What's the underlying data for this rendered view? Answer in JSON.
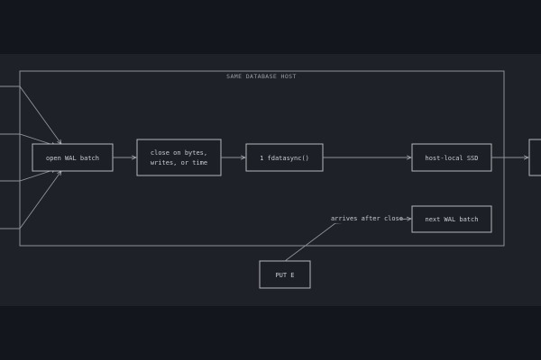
{
  "diagram": {
    "group_title": "SAME DATABASE HOST",
    "nodes": {
      "open_wal_batch": "open WAL batch",
      "close_rule_line1": "close on bytes,",
      "close_rule_line2": "writes, or time",
      "fdatasync": "1 fdatasync()",
      "host_ssd": "host-local SSD",
      "next_wal_batch": "next WAL batch",
      "put_e": "PUT E"
    },
    "edge_labels": {
      "arrives_after_close": "arrives after close"
    }
  }
}
